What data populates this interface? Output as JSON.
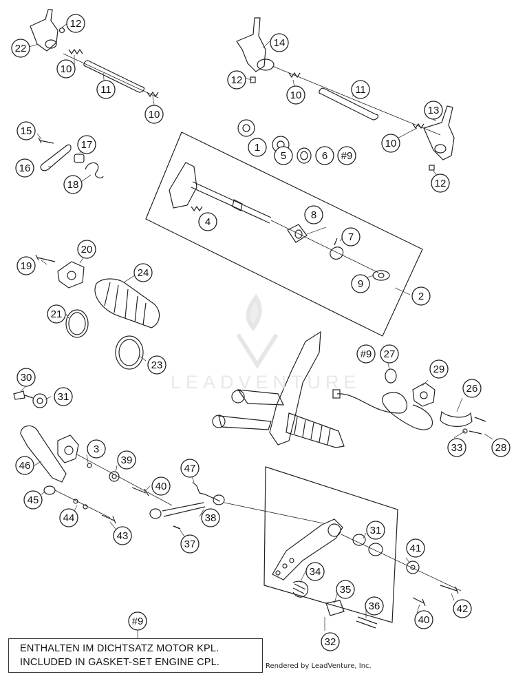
{
  "callouts": [
    "12",
    "22",
    "10",
    "11",
    "10",
    "14",
    "12",
    "10",
    "11",
    "13",
    "10",
    "12",
    "15",
    "17",
    "16",
    "18",
    "1",
    "5",
    "6",
    "#9",
    "4",
    "8",
    "7",
    "9",
    "2",
    "19",
    "20",
    "24",
    "21",
    "23",
    "30",
    "31",
    "46",
    "3",
    "39",
    "40",
    "45",
    "44",
    "43",
    "47",
    "38",
    "37",
    "#9",
    "27",
    "29",
    "26",
    "33",
    "28",
    "31",
    "41",
    "34",
    "35",
    "36",
    "40",
    "42",
    "32",
    "#9"
  ],
  "note": {
    "line1": "ENTHALTEN IM DICHTSATZ MOTOR KPL.",
    "line2": "INCLUDED IN GASKET-SET ENGINE CPL."
  },
  "credit": "Rendered by LeadVenture, Inc.",
  "watermark": "LEADVENTURE"
}
